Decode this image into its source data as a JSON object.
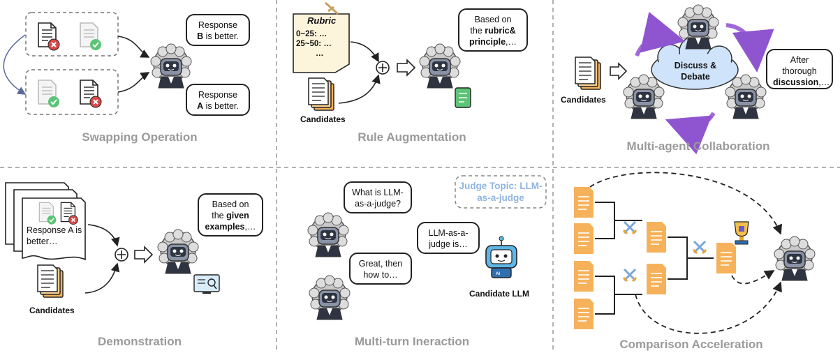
{
  "panels": {
    "swapping": {
      "title": "Swapping Operation",
      "bubble_top": {
        "pre": "Response",
        "bold": "B",
        "post": " is better."
      },
      "bubble_bottom": {
        "pre": "Response",
        "bold": "A",
        "post": " is better."
      }
    },
    "rule": {
      "title": "Rule Augmentation",
      "rubric_title": "Rubric",
      "rubric_lines": [
        "0~25: …",
        "25~50: …",
        "…"
      ],
      "candidates": "Candidates",
      "bubble": {
        "pre": "Based on",
        "mid": "the ",
        "bold": "rubric& principle",
        "post": ",…"
      }
    },
    "multiagent": {
      "title": "Multi-agent Collaboration",
      "cloud": "Discuss & Debate",
      "candidates": "Candidates",
      "bubble": {
        "pre": "After thorough",
        "bold": "discussion",
        "post": ",…"
      }
    },
    "demonstration": {
      "title": "Demonstration",
      "paper_text": "Response A is better…",
      "candidates": "Candidates",
      "bubble": {
        "pre": "Based on",
        "mid": "the ",
        "bold": "given examples",
        "post": ",…"
      }
    },
    "multiturn": {
      "title": "Multi-turn Ineraction",
      "topic": "Judge Topic: LLM-as-a-judge",
      "q1": "What is LLM-as-a-judge?",
      "a1": "LLM-as-a-judge is…",
      "q2": "Great, then how to…",
      "candidate_llm": "Candidate LLM",
      "ai_badge": "AI"
    },
    "comparison": {
      "title": "Comparison Acceleration"
    }
  },
  "colors": {
    "divider": "#999999",
    "title_gray": "#9a9a9a",
    "topic_blue": "#8fb4e0",
    "doc_orange": "#f6b25a",
    "arrow_purple": "#a06ad8",
    "cloud_blue": "#cfe3fb",
    "check_green": "#5cc476",
    "cross_red": "#d94a4a"
  }
}
